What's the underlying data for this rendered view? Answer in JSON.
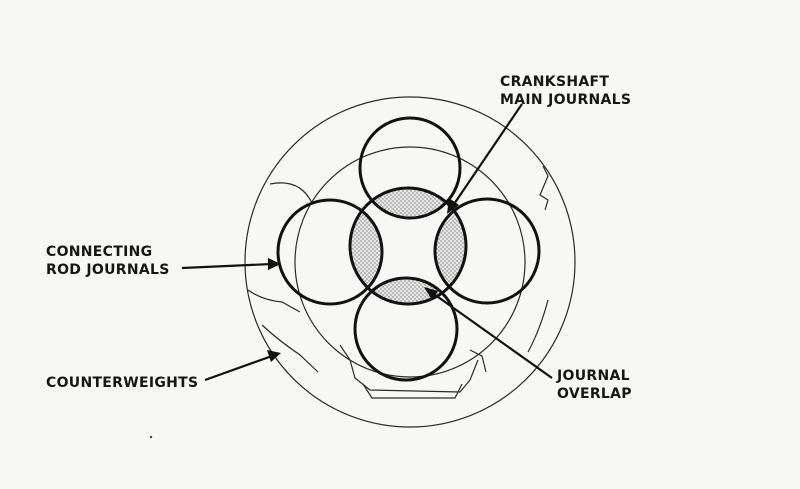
{
  "labels": {
    "crankshaft_line1": "CRANKSHAFT",
    "crankshaft_line2": "MAIN JOURNALS",
    "connecting_line1": "CONNECTING",
    "connecting_line2": "ROD JOURNALS",
    "counterweights": "COUNTERWEIGHTS",
    "overlap_line1": "JOURNAL",
    "overlap_line2": "OVERLAP"
  }
}
